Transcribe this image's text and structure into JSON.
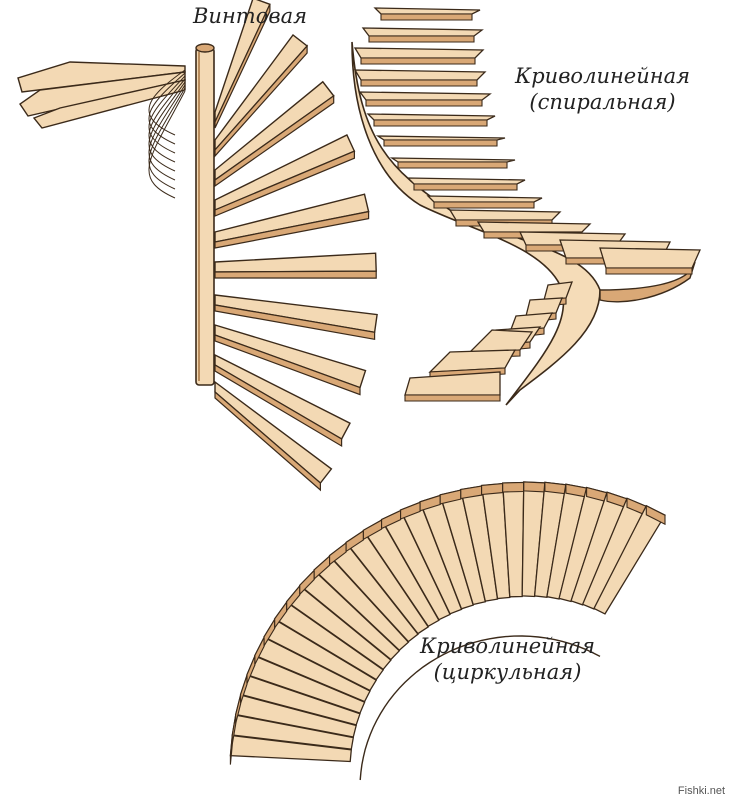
{
  "labels": {
    "screw": "Винтовая",
    "spiral_line1": "Криволинейная",
    "spiral_line2": "(спиральная)",
    "circular_line1": "Криволинейная",
    "circular_line2": "(циркульная)"
  },
  "watermark": "Fishki.net",
  "colors": {
    "tread_top": "#f3d9b4",
    "tread_side": "#d9a876",
    "outline": "#3b2a1a",
    "stringer": "#f5dcb8"
  }
}
